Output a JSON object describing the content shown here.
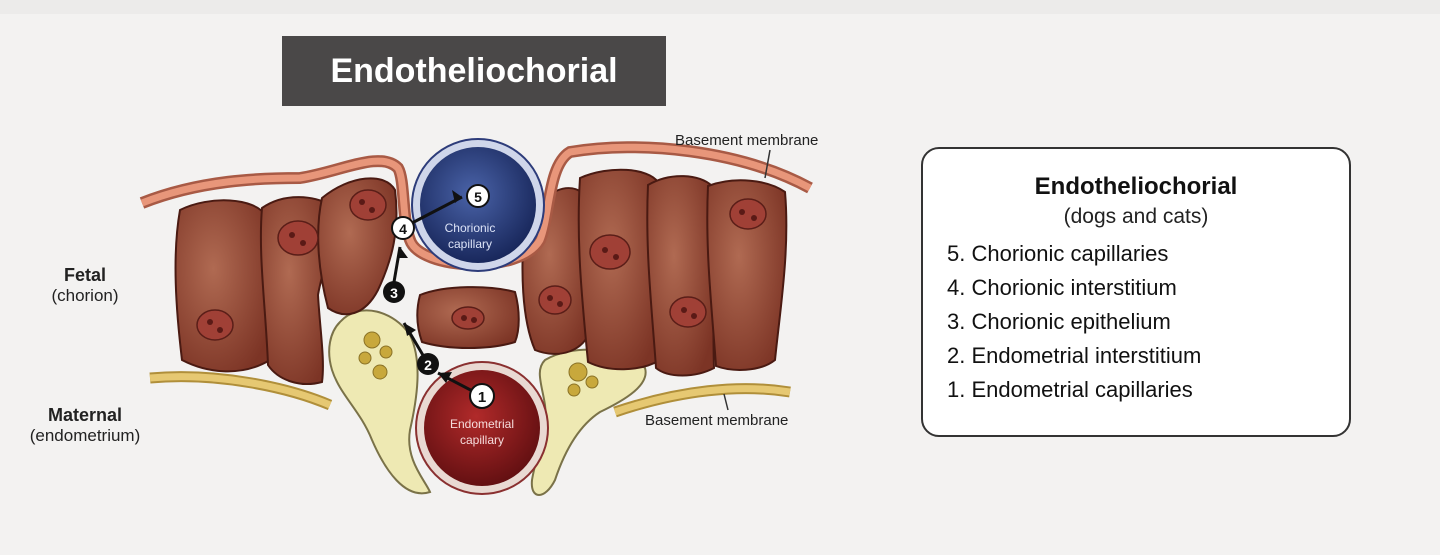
{
  "title": "Endotheliochorial",
  "labels": {
    "fetal": "Fetal",
    "fetal_sub": "(chorion)",
    "maternal": "Maternal",
    "maternal_sub": "(endometrium)",
    "basement_top": "Basement membrane",
    "basement_bottom": "Basement membrane",
    "chorionic_capillary_1": "Chorionic",
    "chorionic_capillary_2": "capillary",
    "endometrial_capillary_1": "Endometrial",
    "endometrial_capillary_2": "capillary"
  },
  "steps": [
    "1",
    "2",
    "3",
    "4",
    "5"
  ],
  "legend": {
    "title": "Endotheliochorial",
    "subtitle": "(dogs and cats)",
    "items": [
      "5. Chorionic capillaries",
      "4. Chorionic interstitium",
      "3. Chorionic epithelium",
      "2. Endometrial interstitium",
      "1. Endometrial capillaries"
    ]
  },
  "colors": {
    "cell": "#8b3f2e",
    "cell_light": "#a45a44",
    "membrane_fetal": "#d9856a",
    "membrane_maternal": "#d9b55a",
    "endometrium": "#eeeab4",
    "chorionic_capillary": "#1f2f63",
    "endometrial_capillary": "#7a1518"
  }
}
